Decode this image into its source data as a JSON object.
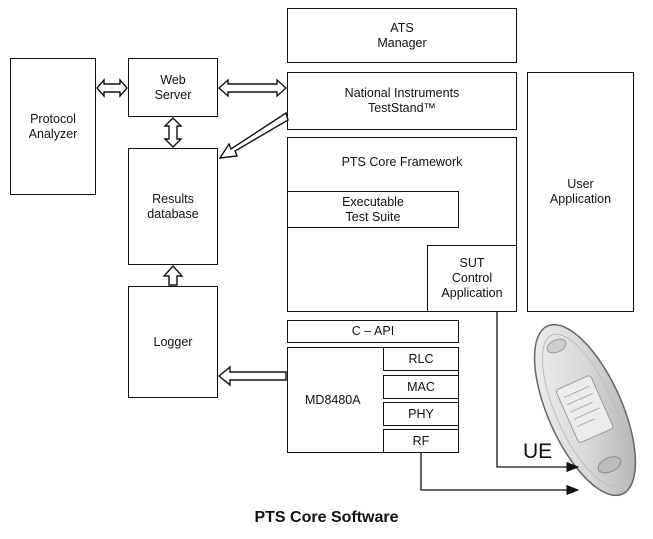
{
  "diagram": {
    "boxes": {
      "protocol_analyzer": "Protocol\nAnalyzer",
      "web_server": "Web\nServer",
      "ats_manager": "ATS\nManager",
      "national_instruments": "National Instruments\nTestStand™",
      "results_database": "Results\ndatabase",
      "pts_core_framework": "PTS Core Framework",
      "executable_test_suite": "Executable\nTest Suite",
      "sut_control_application": "SUT\nControl\nApplication",
      "user_application": "User\nApplication",
      "c_api": "C – API",
      "logger": "Logger",
      "md8480a": "MD8480A",
      "rlc": "RLC",
      "mac": "MAC",
      "phy": "PHY",
      "rf": "RF"
    },
    "ue_label": "UE",
    "caption": "PTS Core Software"
  }
}
